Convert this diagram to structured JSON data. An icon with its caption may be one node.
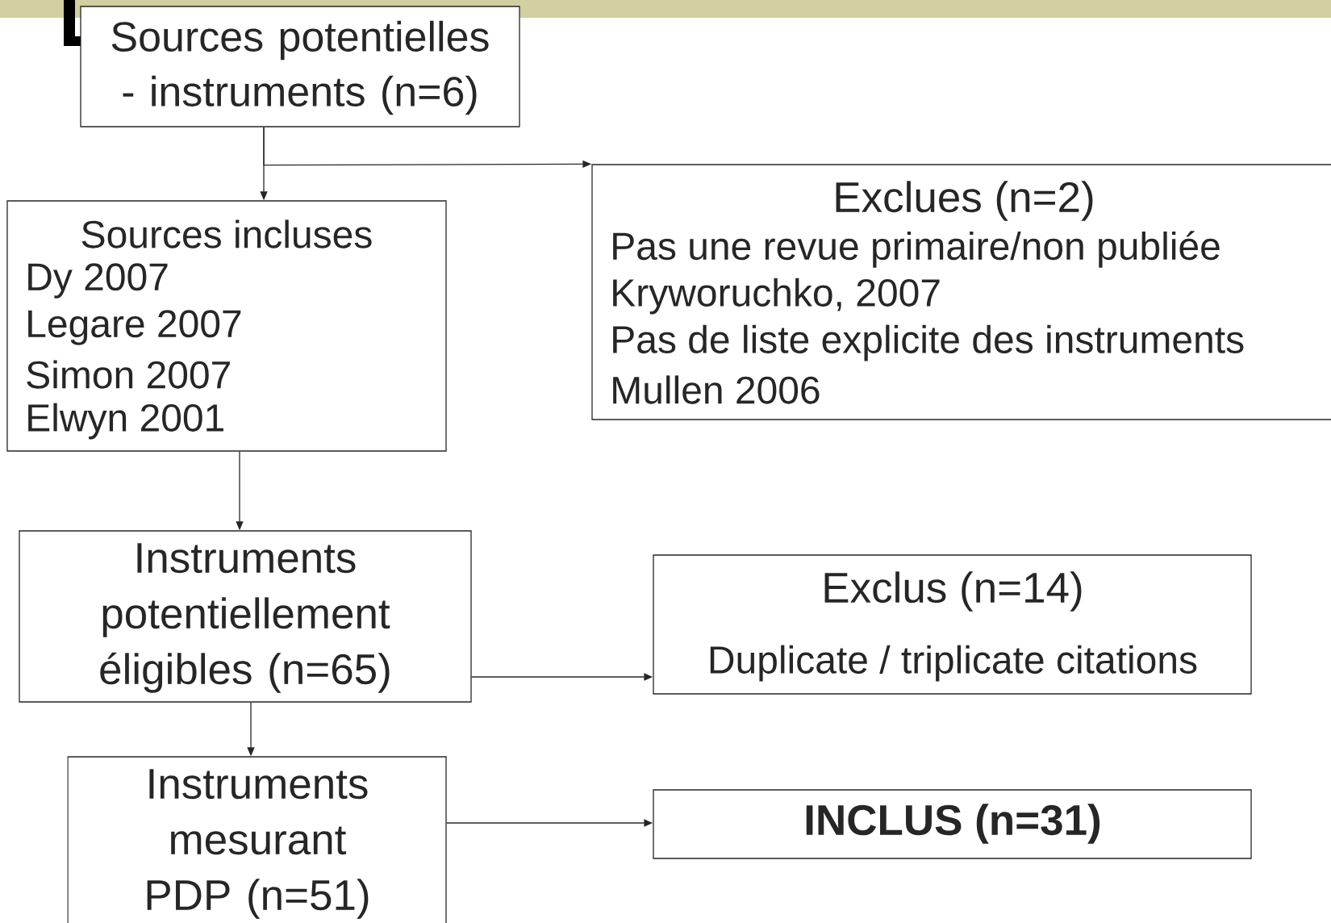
{
  "diagram": {
    "nodes": [
      {
        "text": [
          "Sources potentielles - instruments (n=6)"
        ]
      },
      {
        "text": [
          "Sources incluses",
          "Dy 2007",
          "Legare 2007",
          "Simon 2007",
          "Elwyn 2001"
        ]
      },
      {
        "text": [
          "Exclues (n=2)",
          "Pas une revue primaire/non publiée",
          "Kryworuchko, 2007",
          "Pas de liste explicite des instruments",
          "Mullen 2006"
        ]
      },
      {
        "text": [
          "Instruments potentiellement éligibles (n=65)"
        ]
      },
      {
        "text": [
          "Exclus (n=14)",
          "Duplicate / triplicate citations"
        ]
      },
      {
        "text": [
          "Instruments mesurant PDP (n=51)"
        ]
      },
      {
        "text": [
          "**INCLUS (n=31)**"
        ]
      }
    ],
    "edges": [
      {
        "from": 0,
        "to": 1,
        "arrow": "to"
      },
      {
        "from": 0,
        "to": 2,
        "arrow": "to"
      },
      {
        "from": 1,
        "to": 3,
        "arrow": "to"
      },
      {
        "from": 3,
        "to": 4,
        "arrow": "to"
      },
      {
        "from": 3,
        "to": 5,
        "arrow": "to"
      },
      {
        "from": 5,
        "to": 6,
        "arrow": "to"
      }
    ]
  }
}
